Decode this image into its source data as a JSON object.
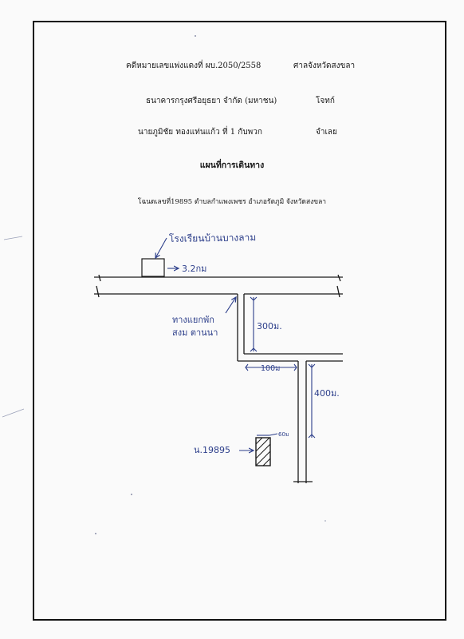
{
  "header": {
    "case_number": "คดีหมายเลขแพ่งแดงที่ ผบ.2050/2558",
    "court": "ศาลจังหวัดสงขลา",
    "plaintiff": "ธนาคารกรุงศรีอยุธยา จำกัด (มหาชน)",
    "plaintiff_role": "โจทก์",
    "defendant": "นายภูมิชัย ทองแท่นแก้ว ที่ 1 กับพวก",
    "defendant_role": "จำเลย"
  },
  "map": {
    "title": "แผนที่การเดินทาง",
    "subtitle": "โฉนดเลขที่19895 ตำบลกำแพงเพชร อำเภอรัตภูมิ จังหวัดสงขลา"
  },
  "sketch": {
    "landmark_label": "โรงเรียนบ้านบางลาม",
    "distance_main_road": "3.2กม",
    "junction_label_1": "ทางแยกพัก",
    "junction_label_2": "สงม ตานนา",
    "distance_down_1": "300ม.",
    "distance_across": "100ม",
    "distance_down_2": "400ม.",
    "plot_label": "น.19895",
    "plot_width_label": "60ม"
  },
  "colors": {
    "pen": "#2c3e8a",
    "ink": "#1a1a1a"
  }
}
